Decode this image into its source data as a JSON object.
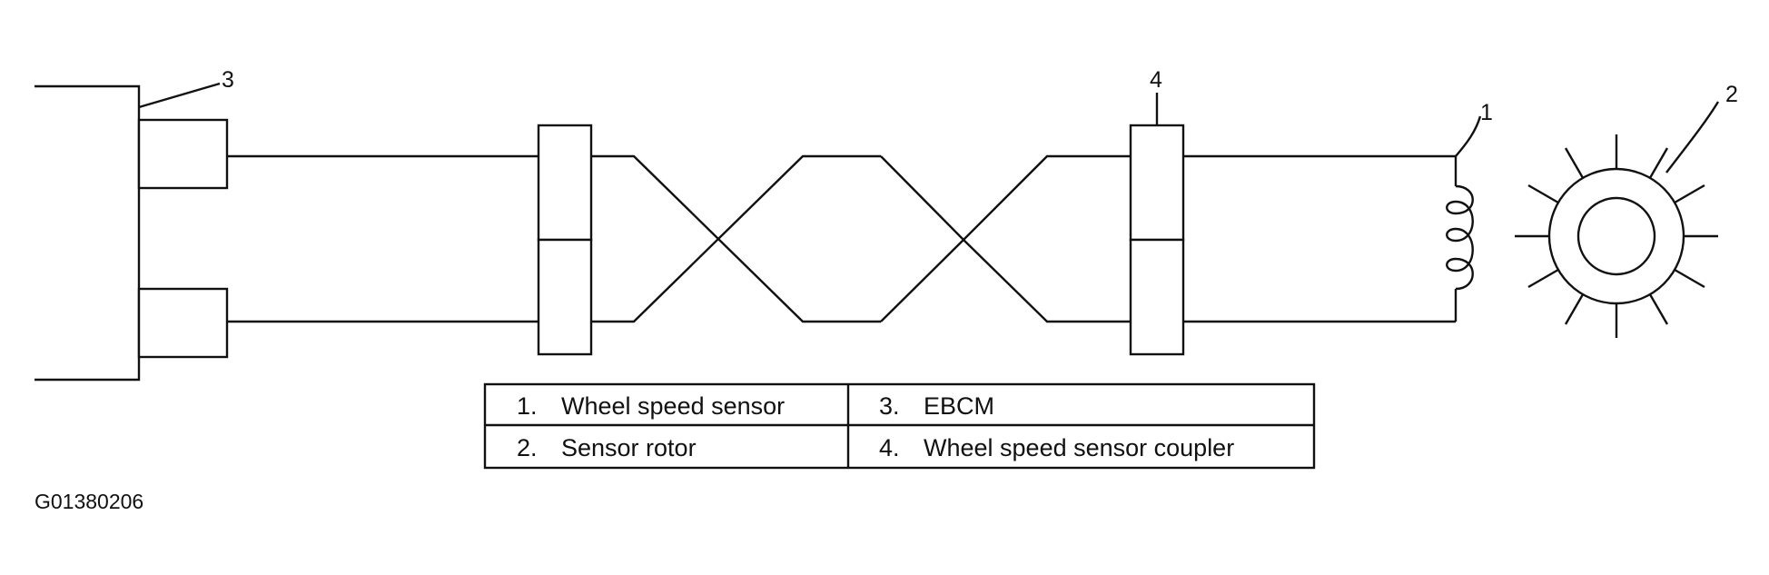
{
  "callouts": {
    "ebcm": "3",
    "coupler": "4",
    "sensor": "1",
    "rotor": "2"
  },
  "legend": {
    "rows": [
      {
        "left_num": "1.",
        "left_text": "Wheel speed sensor",
        "right_num": "3.",
        "right_text": "EBCM"
      },
      {
        "left_num": "2.",
        "left_text": "Sensor rotor",
        "right_num": "4.",
        "right_text": "Wheel speed sensor coupler"
      }
    ]
  },
  "figure_code": "G01380206",
  "colors": {
    "line": "#111111",
    "background": "#ffffff"
  }
}
